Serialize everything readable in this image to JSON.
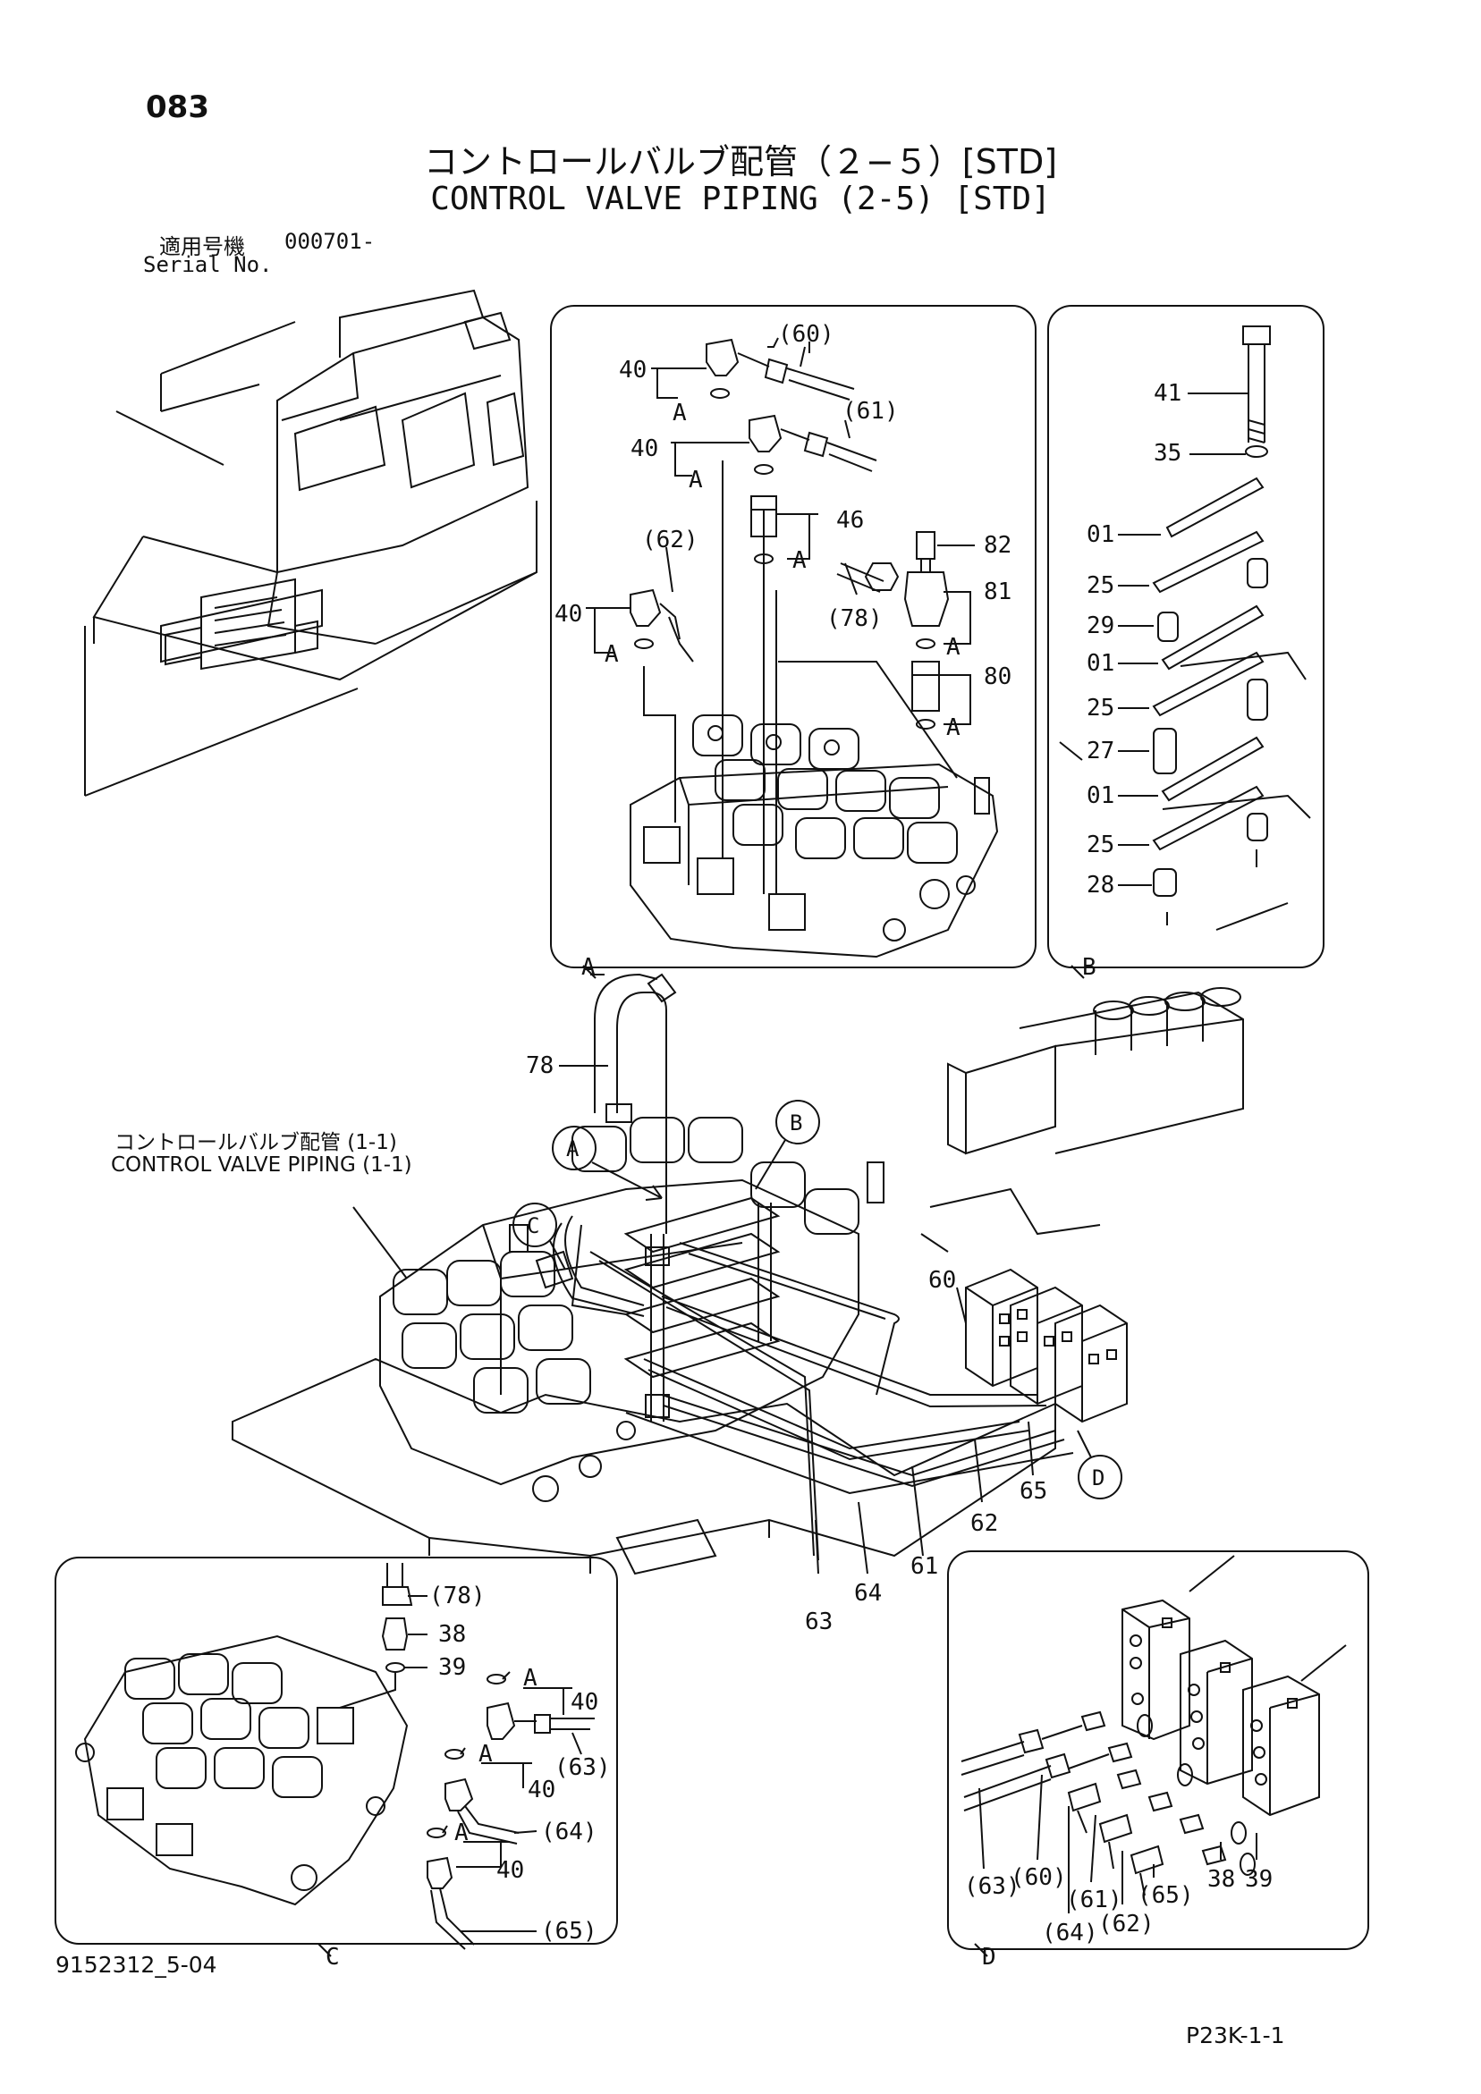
{
  "header": {
    "page_number": "083",
    "title_jp": "コントロールバルブ配管（２−５）[STD]",
    "title_en": "CONTROL VALVE PIPING (2-5) [STD]",
    "serial_label_jp": "適用号機",
    "serial_value": "000701-",
    "serial_label_en": "Serial No."
  },
  "reference": {
    "jp": "コントロールバルブ配管 (1-1)",
    "en": "CONTROL VALVE PIPING (1-1)"
  },
  "callouts": {
    "A": "A",
    "B": "B",
    "C": "C",
    "D": "D"
  },
  "panel_a_labels": [
    "40",
    "40",
    "40",
    "A",
    "A",
    "A",
    "A",
    "A",
    "A",
    "(60)",
    "(61)",
    "(62)",
    "46",
    "82",
    "81",
    "80",
    "(78)"
  ],
  "panel_b_labels": [
    "41",
    "35",
    "01",
    "25",
    "29",
    "01",
    "25",
    "27",
    "01",
    "25",
    "28"
  ],
  "main_labels": [
    "78",
    "60",
    "61",
    "62",
    "63",
    "64",
    "65"
  ],
  "panel_c_labels": [
    "(78)",
    "38",
    "39",
    "A",
    "40",
    "(63)",
    "A",
    "40",
    "(64)",
    "A",
    "40",
    "(65)"
  ],
  "panel_d_labels": [
    "(63)",
    "(60)",
    "(61)",
    "(64)",
    "(62)",
    "(65)",
    "38",
    "39"
  ],
  "footer": {
    "doc_code": "9152312_5-04",
    "ref_code": "P23K-1-1"
  }
}
